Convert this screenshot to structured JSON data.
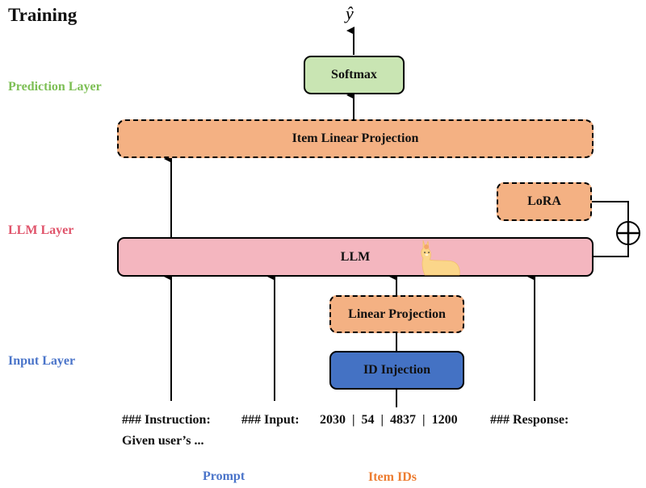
{
  "title": "Training",
  "output_label": "ŷ",
  "layers": {
    "prediction": {
      "label": "Prediction Layer",
      "color": "#7dbf55"
    },
    "llm": {
      "label": "LLM Layer",
      "color": "#e0546b"
    },
    "input": {
      "label": "Input Layer",
      "color": "#4a74c9"
    }
  },
  "boxes": {
    "softmax": {
      "label": "Softmax",
      "fill": "#c9e5b3"
    },
    "item_linear_projection": {
      "label": "Item Linear Projection",
      "fill": "#f4b183"
    },
    "lora": {
      "label": "LoRA",
      "fill": "#f4b183"
    },
    "llm": {
      "label": "LLM",
      "fill": "#f4b6bf"
    },
    "linear_projection": {
      "label": "Linear Projection",
      "fill": "#f4b183"
    },
    "id_injection": {
      "label": "ID Injection",
      "fill": "#4472c4"
    }
  },
  "inputs": {
    "instruction": "### Instruction:",
    "instruction_cont": "Given user’s ...",
    "input": "### Input:",
    "item_ids": "2030  |  54  |  4837  |  1200",
    "response": "### Response:"
  },
  "groups": {
    "prompt": {
      "label": "Prompt",
      "color": "#4a74c9"
    },
    "item_ids": {
      "label": "Item IDs",
      "color": "#ed7d31"
    }
  },
  "icons": {
    "plus_circle": "⊕",
    "mascot": "llama-icon"
  }
}
